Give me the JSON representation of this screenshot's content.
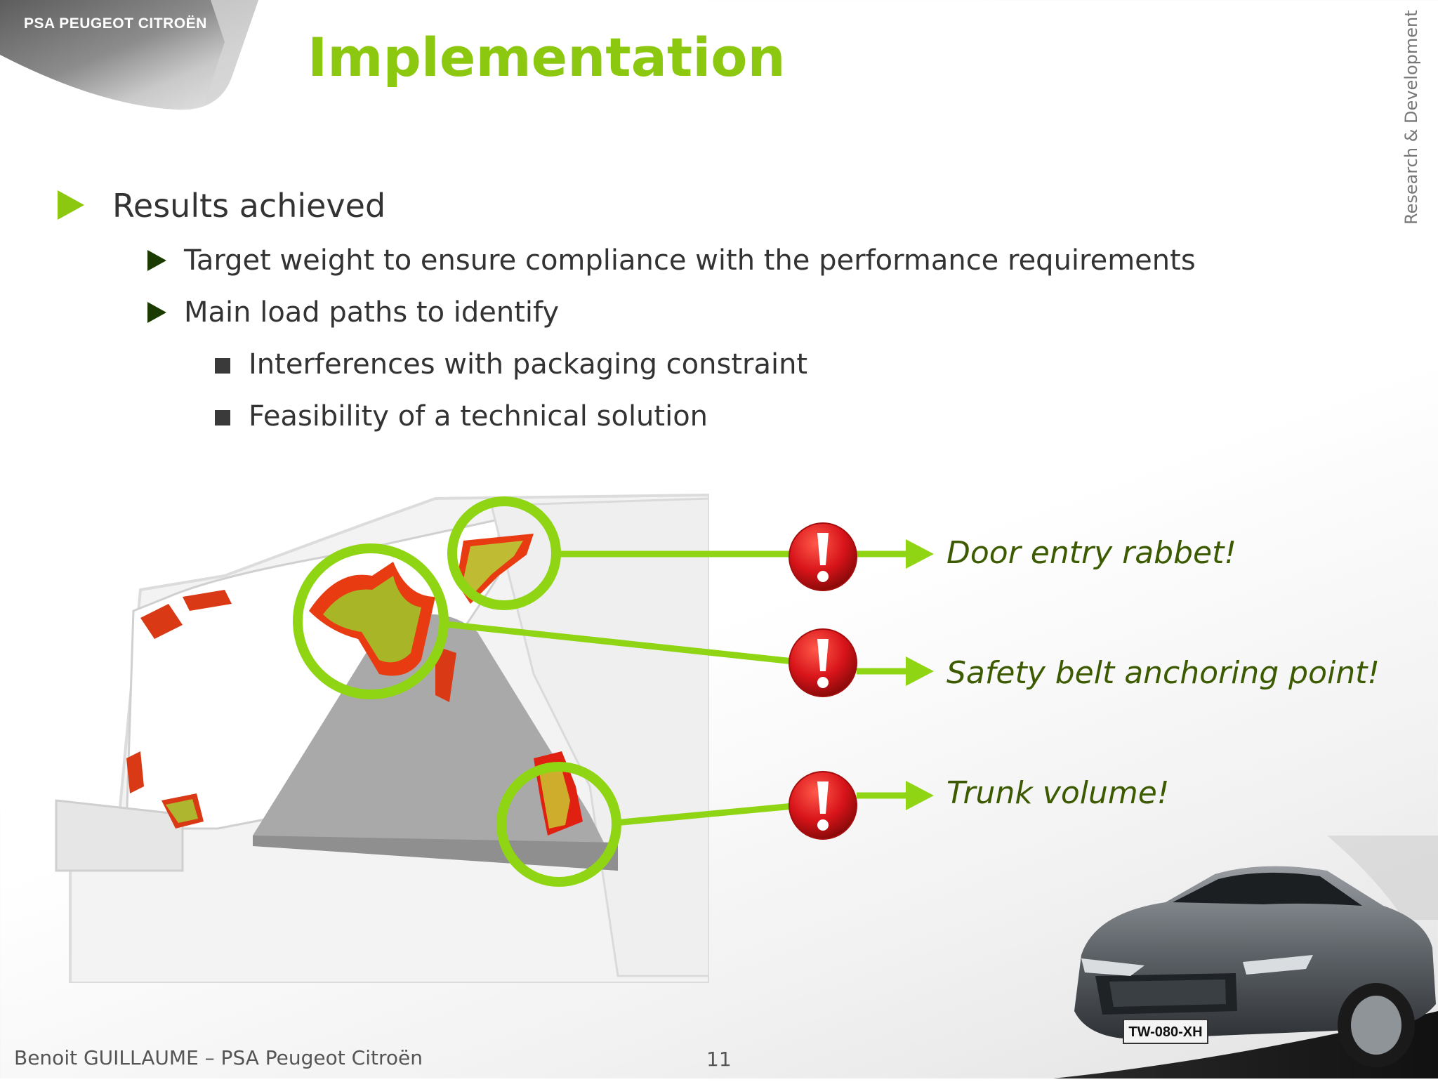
{
  "brand": {
    "logo_text": "PSA PEUGEOT CITROËN"
  },
  "slide": {
    "title": "Implementation",
    "side_label": "Research & Development",
    "bullets": {
      "level1": "Results achieved",
      "level2": [
        "Target weight to ensure compliance with the performance requirements",
        "Main load paths to identify"
      ],
      "level3": [
        "Interferences with packaging constraint",
        "Feasibility of a technical solution"
      ]
    },
    "callouts": [
      {
        "label": "Door entry rabbet!"
      },
      {
        "label": "Safety belt anchoring point!"
      },
      {
        "label": "Trunk volume!"
      }
    ],
    "car_plate": "TW-080-XH"
  },
  "footer": {
    "author": "Benoit GUILLAUME – PSA Peugeot Citroën",
    "page_number": "11"
  },
  "colors": {
    "accent_green": "#8cc80f",
    "callout_text": "#3c5a00",
    "alert_red": "#d8141a",
    "body_text": "#333333"
  },
  "icons": [
    "triangle-bullet-icon",
    "square-bullet-icon",
    "exclamation-alert-icon",
    "arrow-right-icon"
  ]
}
